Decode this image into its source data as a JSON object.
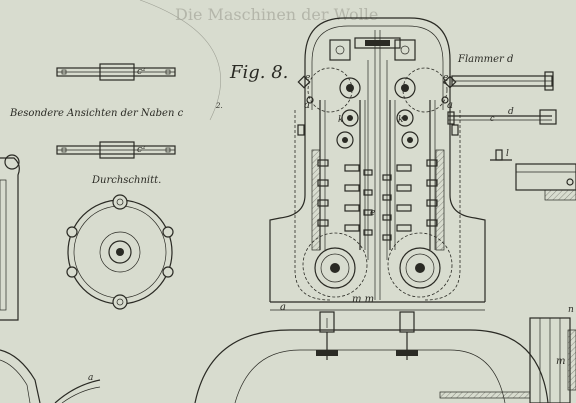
{
  "figure": {
    "fig_label": "Fig. 8.",
    "heading_faded": "Die Maschinen der Wolle",
    "labels": {
      "side_views": "Besondere Ansichten der Naben c",
      "side_views_sup": "2.",
      "section": "Durchschnitt.",
      "flame": "Flammer d",
      "hub_c2_top": "c²",
      "hub_c2_bottom": "c²",
      "a_left": "a",
      "a_base": "a",
      "a_right": "a",
      "e_left": "e",
      "e_right": "e",
      "e_center": "e",
      "k_left": "k",
      "k_right": "k",
      "mm": "m m",
      "d": "d",
      "flame_c": "c",
      "flame_c2": "c",
      "l_small": "l",
      "m_right": "m",
      "n_right": "n",
      "a_bottom_left": "a",
      "d_top": "d"
    },
    "colors": {
      "paper": "#d8dccf",
      "ink": "#2a2a24"
    }
  }
}
